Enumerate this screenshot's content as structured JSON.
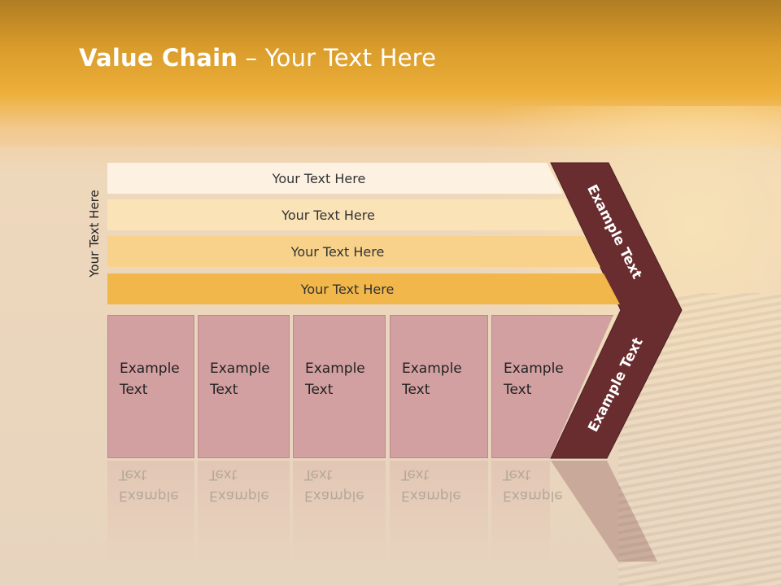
{
  "title": {
    "bold": "Value Chain",
    "rest": " – Your Text Here"
  },
  "side_label": "Your Text Here",
  "bars": [
    {
      "label": "Your Text Here",
      "color": "#fdf2e2"
    },
    {
      "label": "Your Text Here",
      "color": "#fbe3b8"
    },
    {
      "label": "Your Text Here",
      "color": "#f8d28a"
    },
    {
      "label": "Your Text Here",
      "color": "#f2b74b"
    }
  ],
  "cells": [
    {
      "line1": "Example",
      "line2": "Text"
    },
    {
      "line1": "Example",
      "line2": "Text"
    },
    {
      "line1": "Example",
      "line2": "Text"
    },
    {
      "line1": "Example",
      "line2": "Text"
    },
    {
      "line1": "Example",
      "line2": "Text"
    }
  ],
  "chevron": {
    "top_label": "Example Text",
    "bottom_label": "Example Text",
    "color": "#6a2d2f"
  }
}
